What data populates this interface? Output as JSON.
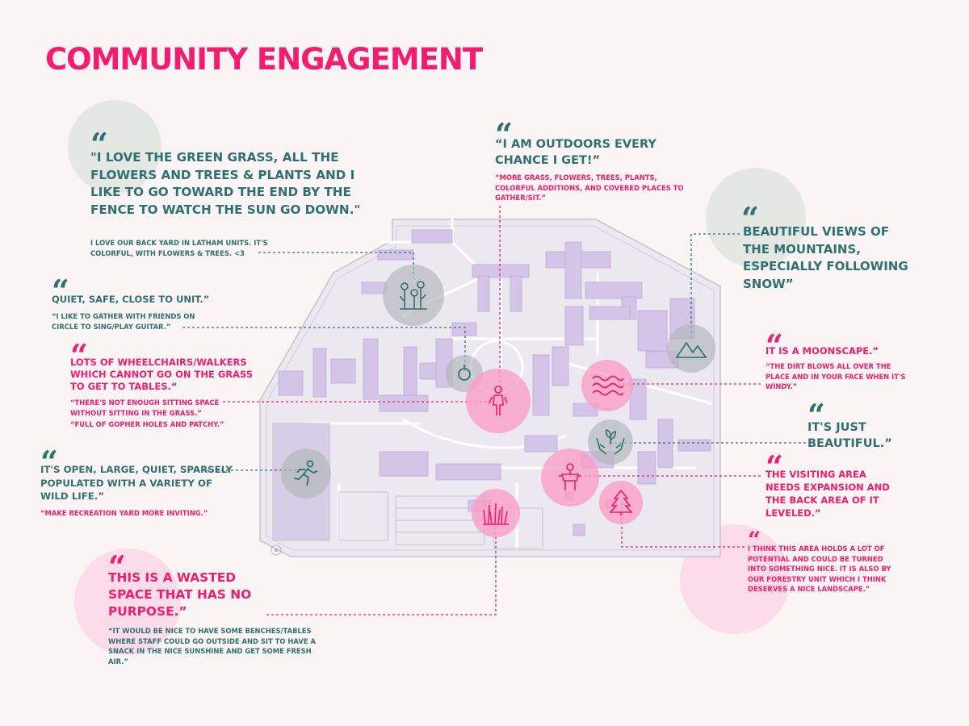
{
  "title": "COMMUNITY ENGAGEMENT",
  "quote_mark": "“",
  "colors": {
    "magenta": "#f41c6e",
    "teal": "#2f7173",
    "background": "#fbf4f4",
    "map_building": "#d4c4e8",
    "map_ground": "#ece8f0"
  },
  "quotes": {
    "green_grass": {
      "headline": "\"I LOVE THE GREEN GRASS, ALL THE FLOWERS AND TREES & PLANTS AND I LIKE TO GO TOWARD THE END BY THE FENCE TO WATCH THE SUN GO DOWN.\"",
      "comments": [
        "I LOVE OUR BACK YARD IN LATHAM UNITS. IT'S COLORFUL, WITH FLOWERS & TREES. <3"
      ]
    },
    "outdoors": {
      "headline": "“I AM OUTDOORS EVERY CHANCE I GET!”",
      "comments": [
        "“MORE GRASS, FLOWERS, TREES, PLANTS, COLORFUL ADDITIONS, AND COVERED PLACES TO GATHER/SIT.”"
      ]
    },
    "mountains": {
      "headline": "BEAUTIFUL VIEWS OF THE MOUNTAINS, ESPECIALLY FOLLOWING SNOW”",
      "comments": []
    },
    "quiet_safe": {
      "headline": "QUIET, SAFE, CLOSE TO UNIT.”",
      "comments": [
        "“I LIKE TO GATHER WITH FRIENDS ON CIRCLE TO SING/PLAY GUITAR.”"
      ]
    },
    "wheelchairs": {
      "headline": "LOTS OF WHEELCHAIRS/WALKERS WHICH CANNOT GO ON THE GRASS TO GET TO TABLES.“",
      "comments": [
        "“THERE'S NOT ENOUGH SITTING SPACE WITHOUT SITTING IN THE GRASS.”",
        "“FULL OF GOPHER HOLES AND PATCHY.”"
      ]
    },
    "moonscape": {
      "headline": "IT IS A MOONSCAPE.”",
      "comments": [
        "“THE DIRT BLOWS ALL OVER THE PLACE AND IN YOUR FACE WHEN IT'S WINDY.”"
      ]
    },
    "beautiful": {
      "headline": "IT'S JUST BEAUTIFUL.”",
      "comments": []
    },
    "open_large": {
      "headline": "IT'S OPEN, LARGE, QUIET, SPARSELY POPULATED WITH A VARIETY OF WILD LIFE.”",
      "comments": [
        "“MAKE RECREATION YARD MORE INVITING.”"
      ]
    },
    "visiting": {
      "headline": "THE VISITING AREA NEEDS EXPANSION AND THE BACK AREA OF IT LEVELED.”",
      "comments": []
    },
    "potential": {
      "headline": "",
      "comments": [
        "I THINK THIS AREA HOLDS A LOT OF POTENTIAL AND COULD BE TURNED INTO SOMETHING NICE. IT IS ALSO BY OUR FORESTRY UNIT WHICH I THINK DESERVES A NICE LANDSCAPE.”"
      ]
    },
    "wasted": {
      "headline": "THIS IS A WASTED SPACE THAT HAS NO PURPOSE.”",
      "comments": [
        "“IT WOULD BE NICE TO HAVE SOME BENCHES/TABLES WHERE STAFF COULD GO OUTSIDE AND SIT TO HAVE A SNACK IN THE NICE SUNSHINE AND GET SOME FRESH AIR.”"
      ]
    }
  },
  "icons": {
    "flowers": "flowers-icon",
    "circle_marker": "circle-marker-icon",
    "person": "person-standing-icon",
    "mountains": "mountains-icon",
    "wind": "wind-waves-icon",
    "hands_plant": "hands-holding-plant-icon",
    "visitors": "visiting-people-icon",
    "tree": "pine-tree-icon",
    "runner": "running-person-icon",
    "grass": "grass-icon"
  }
}
